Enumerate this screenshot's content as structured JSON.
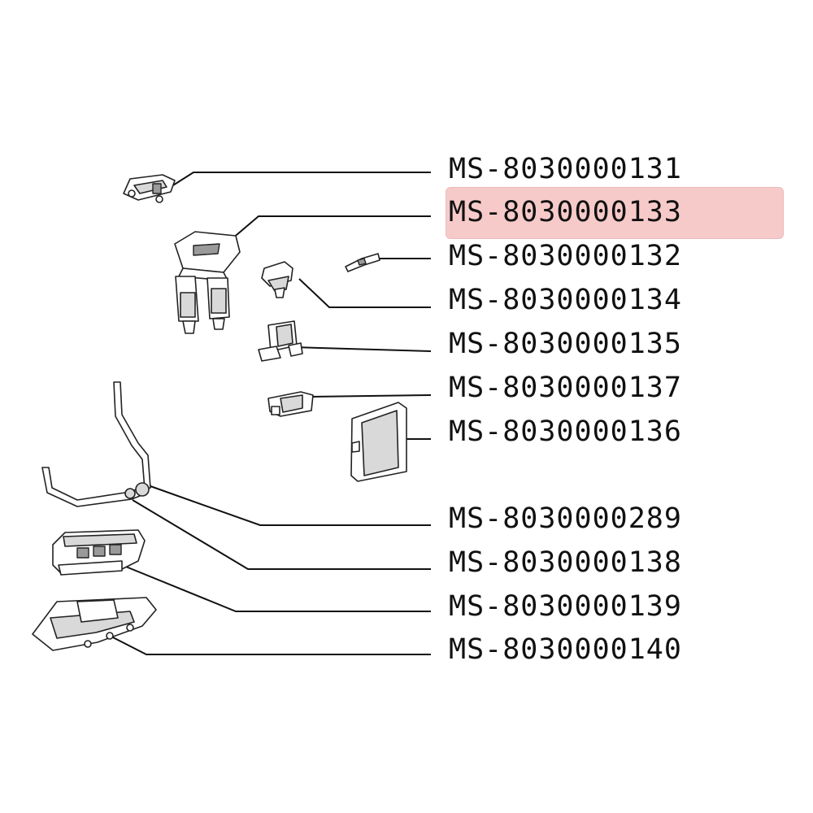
{
  "parts": [
    {
      "code": "MS-8030000131",
      "selected": false
    },
    {
      "code": "MS-8030000133",
      "selected": true
    },
    {
      "code": "MS-8030000132",
      "selected": false
    },
    {
      "code": "MS-8030000134",
      "selected": false
    },
    {
      "code": "MS-8030000135",
      "selected": false
    },
    {
      "code": "MS-8030000137",
      "selected": false
    },
    {
      "code": "MS-8030000136",
      "selected": false
    },
    {
      "code": "MS-8030000289",
      "selected": false
    },
    {
      "code": "MS-8030000138",
      "selected": false
    },
    {
      "code": "MS-8030000139",
      "selected": false
    },
    {
      "code": "MS-8030000140",
      "selected": false
    }
  ],
  "colors": {
    "highlight": "#f2a0a0",
    "highlight_opacity": 0.55,
    "line": "#111111",
    "text": "#111111"
  }
}
